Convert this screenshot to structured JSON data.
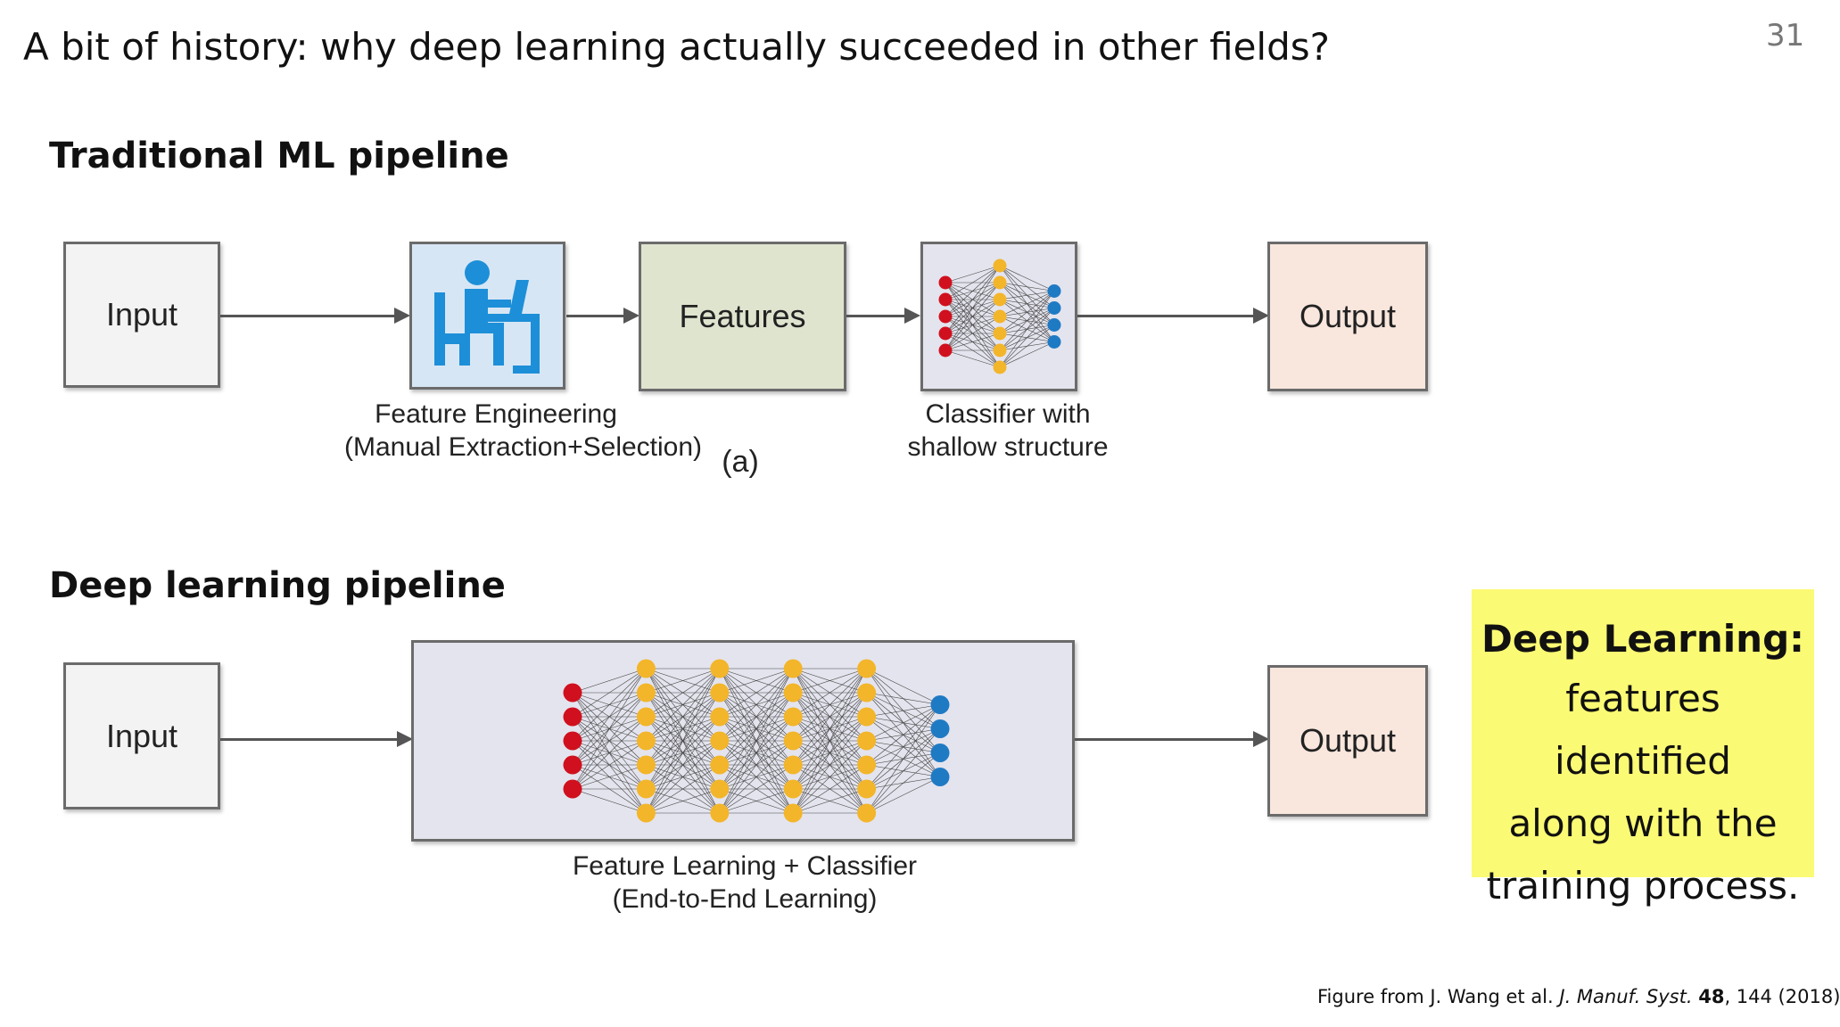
{
  "slide": {
    "title": "A bit of history: why deep learning actually succeeded in other fields?",
    "page_number": "31"
  },
  "traditional": {
    "heading": "Traditional ML pipeline",
    "input_label": "Input",
    "engineering_caption_line1": "Feature Engineering",
    "engineering_caption_line2": "(Manual Extraction+Selection)",
    "features_label": "Features",
    "subfigure_label": "(a)",
    "classifier_caption_line1": "Classifier with",
    "classifier_caption_line2": "shallow structure",
    "output_label": "Output"
  },
  "deep": {
    "heading": "Deep learning pipeline",
    "input_label": "Input",
    "caption_line1": "Feature Learning + Classifier",
    "caption_line2": "(End-to-End Learning)",
    "output_label": "Output"
  },
  "callout": {
    "heading": "Deep Learning:",
    "line1": "features identified",
    "line2": "along with the",
    "line3": "training process."
  },
  "citation": {
    "prefix": "Figure from J. Wang et al.",
    "journal": "J. Manuf. Syst.",
    "volume": "48",
    "rest": ", 144 (2018)"
  },
  "colors": {
    "input_node": "#d0101e",
    "hidden_node": "#f3b52a",
    "output_node": "#1f7ac4",
    "callout_bg": "#fbfa74",
    "icon_blue": "#1d8fd8"
  },
  "networks": {
    "shallow": {
      "layers": [
        5,
        7,
        4
      ]
    },
    "deep": {
      "layers": [
        5,
        7,
        7,
        7,
        7,
        4
      ]
    }
  },
  "icons": {
    "engineering": "person-at-laptop-icon"
  }
}
